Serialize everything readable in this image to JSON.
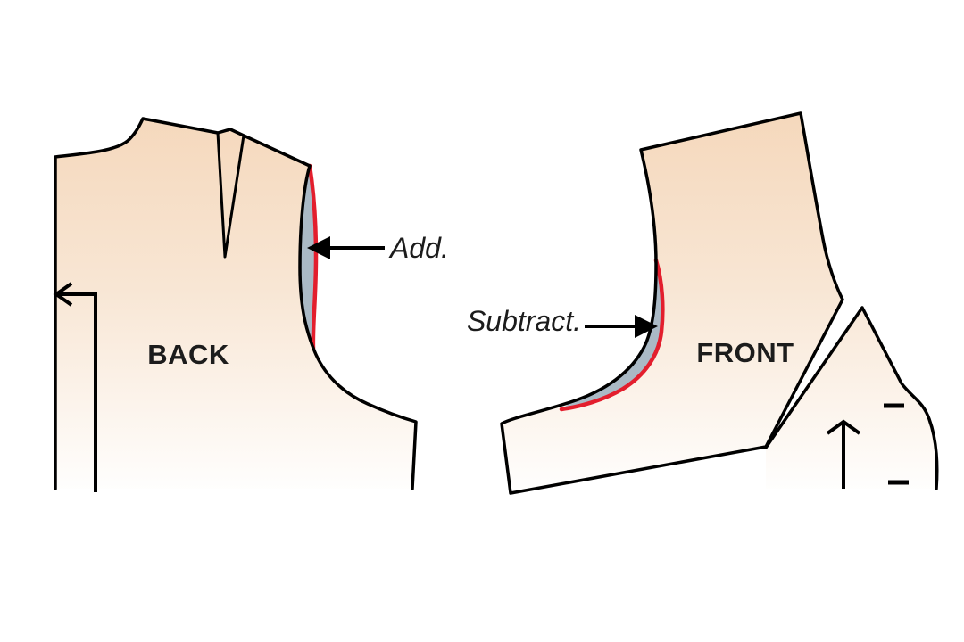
{
  "labels": {
    "back": "BACK",
    "front": "FRONT",
    "add": "Add.",
    "subtract": "Subtract."
  },
  "colors": {
    "background": "#ffffff",
    "outline": "#000000",
    "seamline_red": "#e31e2d",
    "alteration_fill": "#aab9c5",
    "piece_gradient_top": "#f5d8bc",
    "piece_gradient_mid": "#f8e6d4",
    "piece_gradient_bottom": "#ffffff",
    "label_text": "#1c1c1c"
  }
}
